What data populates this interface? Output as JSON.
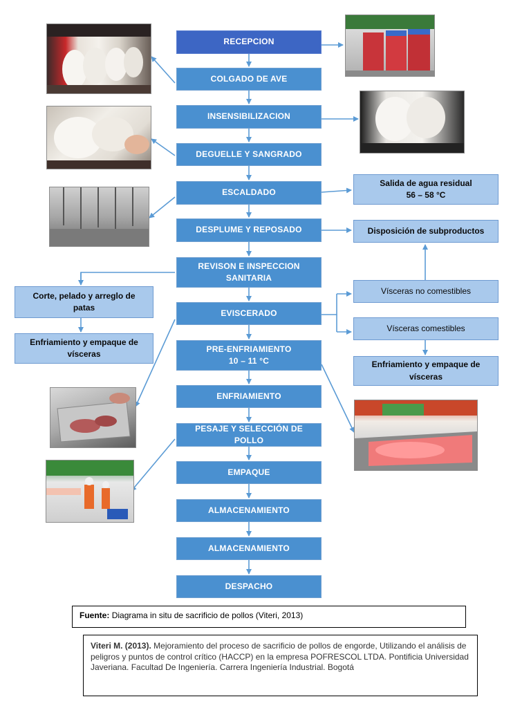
{
  "main_steps": [
    "RECEPCION",
    "COLGADO DE AVE",
    "INSENSIBILIZACION",
    "DEGUELLE Y SANGRADO",
    "ESCALDADO",
    "DESPLUME Y REPOSADO",
    "REVISON E INSPECCION SANITARIA",
    "EVISCERADO",
    "PRE-ENFRIAMIENTO",
    "ENFRIAMIENTO",
    "PESAJE Y SELECCIÓN DE POLLO",
    "EMPAQUE",
    "ALMACENAMIENTO",
    "ALMACENAMIENTO",
    "DESPACHO"
  ],
  "pre_enfriamiento_temp": "10 – 11 °C",
  "side_boxes": {
    "salida_agua": "Salida de agua residual",
    "salida_agua_temp": "56 – 58 °C",
    "disposicion": "Disposición de subproductos",
    "visceras_no_comestibles": "Vísceras no comestibles",
    "visceras_comestibles": "Vísceras comestibles",
    "enfriamiento_visceras_right": "Enfriamiento y empaque de vísceras",
    "corte_patas": "Corte, pelado y arreglo de patas",
    "enfriamiento_visceras_left": "Enfriamiento y empaque de vísceras"
  },
  "caption": {
    "label": "Fuente:",
    "text": "Diagrama in situ de sacrificio de pollos (Viteri, 2013)"
  },
  "reference": {
    "author": "Viteri M. (2013).",
    "text": "Mejoramiento del proceso de sacrificio de pollos de engorde, Utilizando el análisis de peligros y puntos de control crítico (HACCP) en la empresa POFRESCOL LTDA. Pontificia Universidad Javeriana. Facultad De Ingeniería. Carrera Ingeniería Industrial. Bogotá"
  },
  "colors": {
    "main_box": "#4a90d0",
    "first_box": "#3d66c4",
    "side_box": "#a9c9ec",
    "arrow": "#5b9bd5"
  }
}
